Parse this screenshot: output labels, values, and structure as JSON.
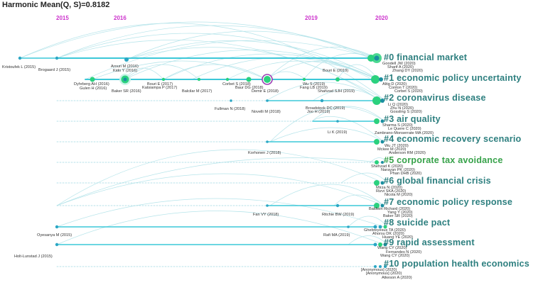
{
  "title": "Harmonic Mean(Q, S)=0.8182",
  "years": [
    "2015",
    "2016",
    "2019",
    "2020"
  ],
  "clusters": [
    {
      "label": "#0 financial market"
    },
    {
      "label": "#1 economic policy uncertainty"
    },
    {
      "label": "#2 coronavirus disease"
    },
    {
      "label": "#3 air quality"
    },
    {
      "label": "#4 economic recovery scenario"
    },
    {
      "label": "#5 corporate tax avoidance"
    },
    {
      "label": "#6 global financial crisis"
    },
    {
      "label": "#7 economic policy response"
    },
    {
      "label": "#8 suicide pact"
    },
    {
      "label": "#9 rapid assessment"
    },
    {
      "label": "#10 population health economics"
    }
  ],
  "authors": [
    {
      "text": "Kristoufek L (2015)"
    },
    {
      "text": "Brogaard J (2015)"
    },
    {
      "text": "Arouri M (2016)"
    },
    {
      "text": "Kido Y (2016)"
    },
    {
      "text": "Dyhrberg AH (2016)"
    },
    {
      "text": "Gulen H (2016)"
    },
    {
      "text": "Baker SR (2016)"
    },
    {
      "text": "Bouri E (2017)"
    },
    {
      "text": "Katsiampa P (2017)"
    },
    {
      "text": "Balcilar M (2017)"
    },
    {
      "text": "Corbet S (2018)"
    },
    {
      "text": "Baur DG (2018)"
    },
    {
      "text": "Demir E (2018)"
    },
    {
      "text": "Bouri E (2019)"
    },
    {
      "text": "Wu S (2019)"
    },
    {
      "text": "Fang LB (2019)"
    },
    {
      "text": "Shahzad SJH (2019)"
    },
    {
      "text": "Goodell JW (2020)"
    },
    {
      "text": "Sharif A (2020)"
    },
    {
      "text": "Zhang DY (2020)"
    },
    {
      "text": "Altig D (2020)"
    },
    {
      "text": "Conlon T (2020)"
    },
    {
      "text": "Corbet S (2020)"
    },
    {
      "text": "Fullman N (2018)"
    },
    {
      "text": "Novelli M (2018)"
    },
    {
      "text": "Broadstock DC (2019)"
    },
    {
      "text": "Joo H (2019)"
    },
    {
      "text": "Li Q (2020)"
    },
    {
      "text": "Zhu N (2020)"
    },
    {
      "text": "Gossling S (2020)"
    },
    {
      "text": "Sharma S (2020)"
    },
    {
      "text": "Le Quere C (2020)"
    },
    {
      "text": "Zambrano-Monserrate MA (2020)"
    },
    {
      "text": "Li K (2019)"
    },
    {
      "text": "Wu JT (2020)"
    },
    {
      "text": "Mckee M (2020)"
    },
    {
      "text": "Anderson RM (2020)"
    },
    {
      "text": "Korhonen J (2018)"
    },
    {
      "text": "Shehzad K (2020)"
    },
    {
      "text": "Narayan PK (2020)"
    },
    {
      "text": "Phan DHB (2020)"
    },
    {
      "text": "Nicola M (2020)"
    },
    {
      "text": "Mirza N (2020)"
    },
    {
      "text": "Rizvi SKA (2020)"
    },
    {
      "text": "Baldwin Richard (2020)"
    },
    {
      "text": "Yang Y (2020)"
    },
    {
      "text": "Baker SR (2020)"
    },
    {
      "text": "Fan VY (2018)"
    },
    {
      "text": "Ritchie BW (2019)"
    },
    {
      "text": "Oyesanya M (2015)"
    },
    {
      "text": "Ghebreyesus TA (2020)"
    },
    {
      "text": "Ahorsu DK (2020)"
    },
    {
      "text": "Huang YE (2020)"
    },
    {
      "text": "Rafi MA (2019)"
    },
    {
      "text": "Holt-Lunstad J (2015)"
    },
    {
      "text": "Wang CY (2020)"
    },
    {
      "text": "Fernandes N (2020)"
    },
    {
      "text": "Wang CY (2020)"
    },
    {
      "text": "[Anonymous] (2020)"
    },
    {
      "text": "[Anonymous] (2020)"
    },
    {
      "text": "Atkeson A (2020)"
    }
  ],
  "colors": {
    "timeline": "#3cc8d8",
    "cluster_label": "#2d7f7f",
    "cluster_label_alt": "#37a24a",
    "year": "#cc33cc",
    "node": "#2bd17e",
    "node_core": "#1a8fa0",
    "arc": "#8fd6df"
  }
}
